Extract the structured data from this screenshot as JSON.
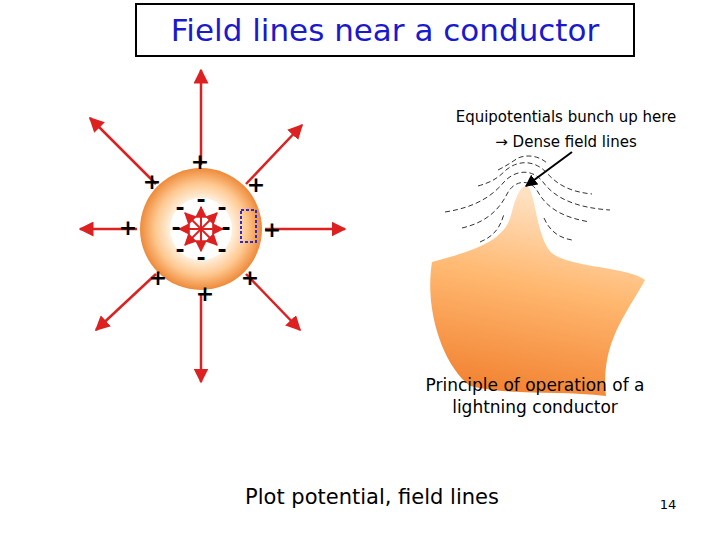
{
  "diagram": {
    "title": "Field lines near a conductor",
    "caption": "Plot potential, field lines",
    "labels": [
      "Equipotentials bunch up here",
      "→ Dense field lines",
      "Principle of operation of a lightning conductor",
      "14",
      "+",
      "+",
      "+",
      "+",
      "+",
      "+",
      "+",
      "+",
      "-",
      "-",
      "-",
      "-",
      "-",
      "-",
      "-",
      "-"
    ]
  }
}
